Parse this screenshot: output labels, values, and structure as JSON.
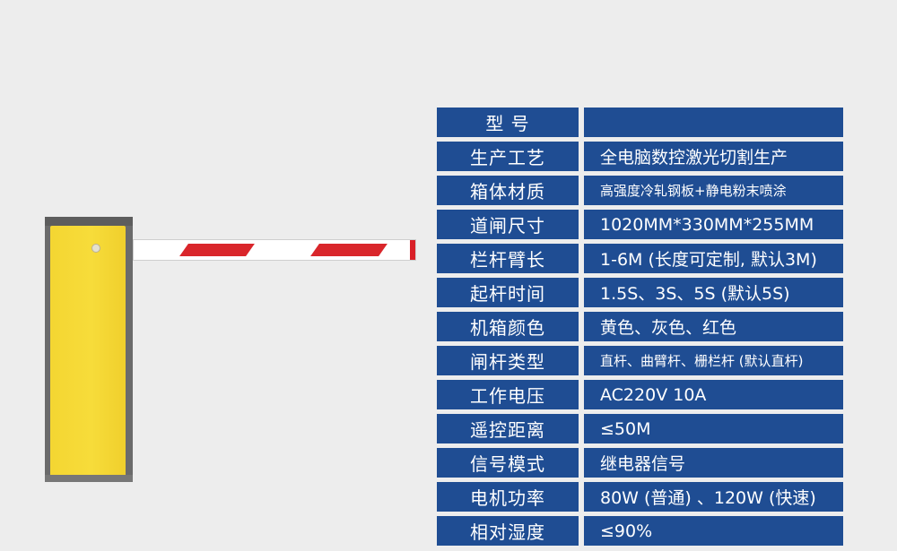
{
  "specs": [
    {
      "label": "型    号",
      "value": ""
    },
    {
      "label": "生产工艺",
      "value": "全电脑数控激光切割生产"
    },
    {
      "label": "箱体材质",
      "value": "高强度冷轧钢板+静电粉末喷涂"
    },
    {
      "label": "道闸尺寸",
      "value": "1020MM*330MM*255MM"
    },
    {
      "label": "栏杆臂长",
      "value": "1-6M (长度可定制, 默认3M)"
    },
    {
      "label": "起杆时间",
      "value": "1.5S、3S、5S (默认5S)"
    },
    {
      "label": "机箱颜色",
      "value": "黄色、灰色、红色"
    },
    {
      "label": "闸杆类型",
      "value": "直杆、曲臂杆、栅栏杆 (默认直杆)"
    },
    {
      "label": "工作电压",
      "value": "AC220V  10A"
    },
    {
      "label": "遥控距离",
      "value": "≤50M"
    },
    {
      "label": "信号模式",
      "value": "继电器信号"
    },
    {
      "label": "电机功率",
      "value": "80W (普通) 、120W (快速)"
    },
    {
      "label": "相对湿度",
      "value": "≤90%"
    }
  ]
}
